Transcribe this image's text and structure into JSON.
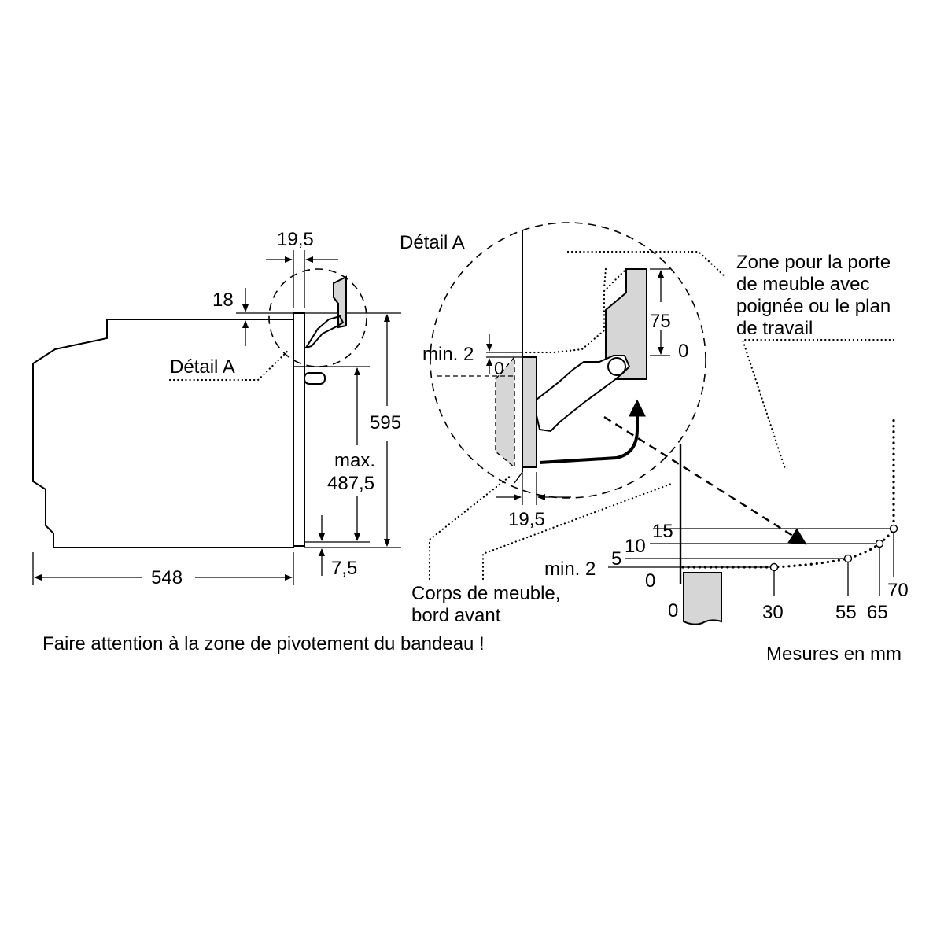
{
  "labels": {
    "side_top_width": "19,5",
    "side_gap": "18",
    "side_detail_ref": "Détail A",
    "side_height": "595",
    "side_max": "max.",
    "side_max_value": "487,5",
    "side_depth": "548",
    "side_bottom": "7,5",
    "detail_title": "Détail A",
    "detail_min2": "min. 2",
    "detail_zero_left": "0",
    "detail_75": "75",
    "detail_zero_right": "0",
    "detail_width": "19,5",
    "zone_line1": "Zone pour la porte",
    "zone_line2": "de meuble avec",
    "zone_line3": "poignée ou le plan",
    "zone_line4": "de travail",
    "body_line1": "Corps de meuble,",
    "body_line2": "bord avant",
    "graph_y15": "15",
    "graph_y10": "10",
    "graph_y5": "5",
    "graph_ymin": "min. 2",
    "graph_y0": "0",
    "graph_x0": "0",
    "graph_x30": "30",
    "graph_x55": "55",
    "graph_x65": "65",
    "graph_x70": "70",
    "note": "Faire attention à la zone de pivotement du bandeau !",
    "units": "Mesures en mm"
  },
  "colors": {
    "line": "#000000",
    "fill_grey": "#d6d6d6",
    "background": "#ffffff"
  }
}
